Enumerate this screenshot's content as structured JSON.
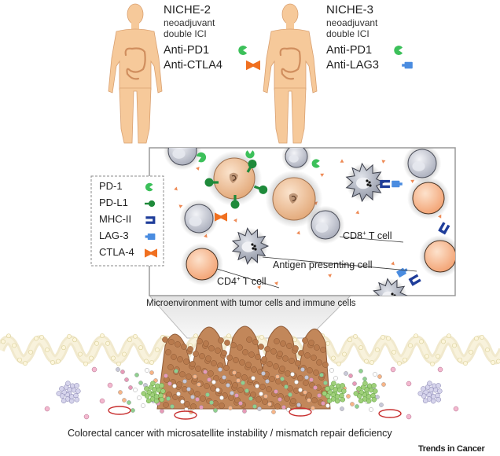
{
  "niches": [
    {
      "title": "NICHE-2",
      "lines": [
        "neoadjuvant",
        "double ICI"
      ],
      "drugs": [
        "Anti-PD1",
        "Anti-CTLA4"
      ]
    },
    {
      "title": "NICHE-3",
      "lines": [
        "neoadjuvant",
        "double ICI"
      ],
      "drugs": [
        "Anti-PD1",
        "Anti-LAG3"
      ]
    }
  ],
  "legend": [
    {
      "label": "PD-1",
      "icon": "pd1-icon",
      "color": "#3cc05a"
    },
    {
      "label": "PD-L1",
      "icon": "pdl1-icon",
      "color": "#1e8a3a"
    },
    {
      "label": "MHC-II",
      "icon": "mhc2-icon",
      "color": "#1f3d9a"
    },
    {
      "label": "LAG-3",
      "icon": "lag3-icon",
      "color": "#4a8ce0"
    },
    {
      "label": "CTLA-4",
      "icon": "ctla4-icon",
      "color": "#f07020"
    }
  ],
  "labels": {
    "cd8_main": "CD8",
    "cd8_sup": "+",
    "cd8_rest": " T cell",
    "apc": "Antigen presenting cell",
    "cd4_main": "CD4",
    "cd4_sup": "+",
    "cd4_rest": " T cell"
  },
  "micro_caption": "Microenvironment with tumor cells and immune cells",
  "bottom_caption": "Colorectal cancer with microsatellite instability / mismatch repair deficiency",
  "brand": "Trends in Cancer",
  "colors": {
    "skin": "#f6c99a",
    "skin_line": "#d9a070",
    "tumor": "#eab98f",
    "t_cell": "#c9ccd6",
    "cd4": "#f7b588",
    "apc": "#9aa0ae",
    "ctla4": "#f07020",
    "pd1": "#3cc05a",
    "pdl1": "#1e8a3a",
    "mhc2": "#1f3d9a",
    "lag3": "#4a8ce0"
  }
}
